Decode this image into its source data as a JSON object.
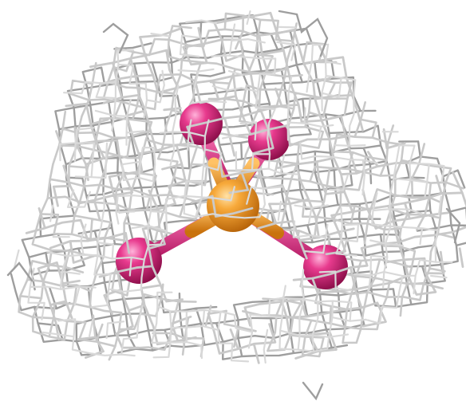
{
  "figure": {
    "description_free": true,
    "colors": {
      "background": "#ffffff",
      "mesh": "#c9c9c9",
      "mesh_dark": "#9e9e9e",
      "central_atom": "#f29b1e",
      "bonded_atom": "#e0237f"
    },
    "elements": {
      "mesh": "electron-density-wireframe",
      "central_atom": "orange-sphere",
      "bonded_atoms": [
        "magenta-sphere",
        "magenta-sphere",
        "magenta-sphere",
        "magenta-sphere"
      ]
    }
  }
}
